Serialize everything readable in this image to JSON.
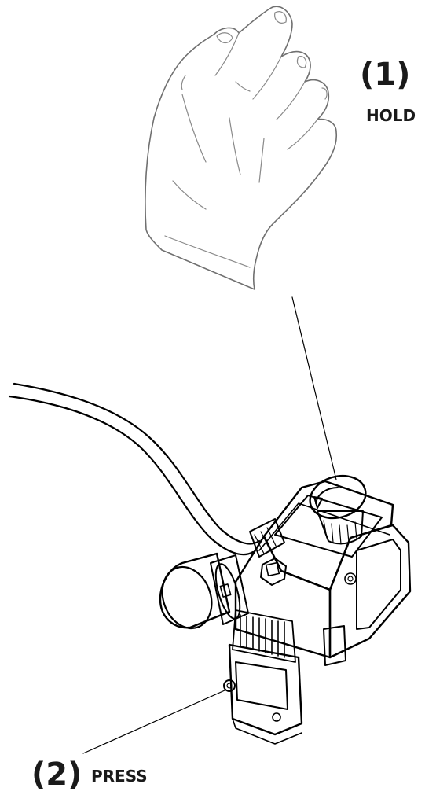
{
  "steps": [
    {
      "number": "(1)",
      "action": "HOLD"
    },
    {
      "number": "(2)",
      "action": "PRESS"
    }
  ]
}
